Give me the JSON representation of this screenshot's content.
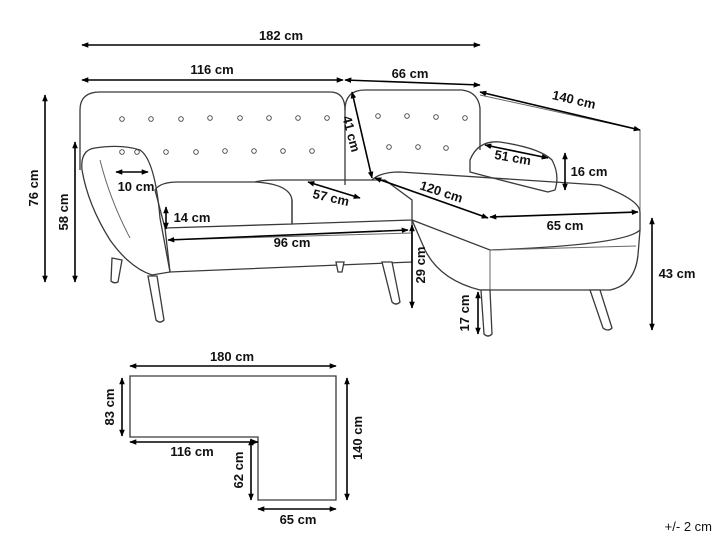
{
  "sofa_dimensions": {
    "total_width": "182 cm",
    "main_section_width": "116 cm",
    "chaise_section_width": "66 cm",
    "chaise_length": "140 cm",
    "total_height": "76 cm",
    "arm_height": "58 cm",
    "back_height": "41 cm",
    "arm_width": "10 cm",
    "cushion_thickness": "14 cm",
    "seat_depth": "57 cm",
    "seat_width": "96 cm",
    "chaise_seat_length": "120 cm",
    "chaise_arm_depth": "51 cm",
    "chaise_arm_height": "16 cm",
    "chaise_seat_width": "65 cm",
    "seat_height": "43 cm",
    "leg_clearance": "29 cm",
    "leg_height": "17 cm"
  },
  "floor_plan": {
    "top_width": "180 cm",
    "left_depth": "83 cm",
    "right_length": "140 cm",
    "inner_width": "116 cm",
    "inner_depth": "62 cm",
    "bottom_width": "65 cm"
  },
  "tolerance": "+/- 2 cm"
}
